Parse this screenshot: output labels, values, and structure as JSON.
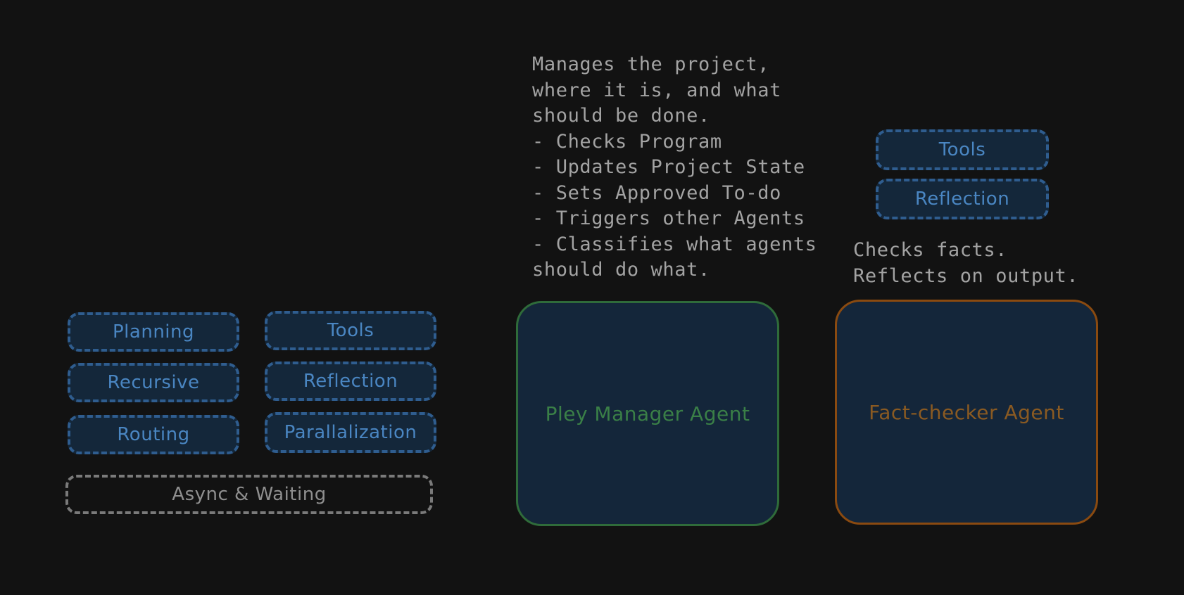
{
  "left_group": {
    "planning": "Planning",
    "tools": "Tools",
    "recursive": "Recursive",
    "reflection": "Reflection",
    "routing": "Routing",
    "parallalization": "Parallalization",
    "async": "Async & Waiting"
  },
  "manager": {
    "description_lines": [
      "Manages the project,",
      "where it is, and what",
      "should be done.",
      "- Checks Program",
      "- Updates Project State",
      "- Sets Approved To-do",
      "- Triggers other Agents",
      "- Classifies what agents",
      "should do what."
    ],
    "label": "Pley Manager Agent"
  },
  "fact_checker": {
    "tools": "Tools",
    "reflection": "Reflection",
    "description_lines": [
      "Checks facts.",
      "Reflects on output."
    ],
    "label": "Fact-checker Agent"
  },
  "colors": {
    "background": "#121212",
    "capability_border": "#2f5d8f",
    "capability_text": "#4a86c2",
    "manager_accent": "#2f6b3a",
    "fact_checker_accent": "#8a4a10",
    "note_text": "#a3a3a3"
  }
}
